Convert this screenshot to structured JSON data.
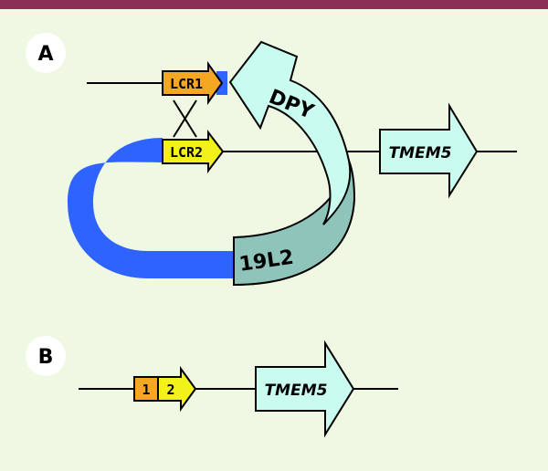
{
  "colors": {
    "background": "#eef8e2",
    "top_band": "#8a2f55",
    "lcr1": "#f5a623",
    "lcr2": "#f2f21a",
    "blue_segment": "#2f63ff",
    "gene_fill": "#c9fbef",
    "gene_dark": "#8fc4bb",
    "line": "#000000"
  },
  "panel_a": {
    "letter": "A",
    "lcr1_label": "LCR1",
    "lcr2_label": "LCR2",
    "dpy_label": "DPY",
    "l2_label": "19L2",
    "tmem5_label": "TMEM5"
  },
  "panel_b": {
    "letter": "B",
    "box1_label": "1",
    "box2_label": "2",
    "tmem5_label": "TMEM5"
  }
}
